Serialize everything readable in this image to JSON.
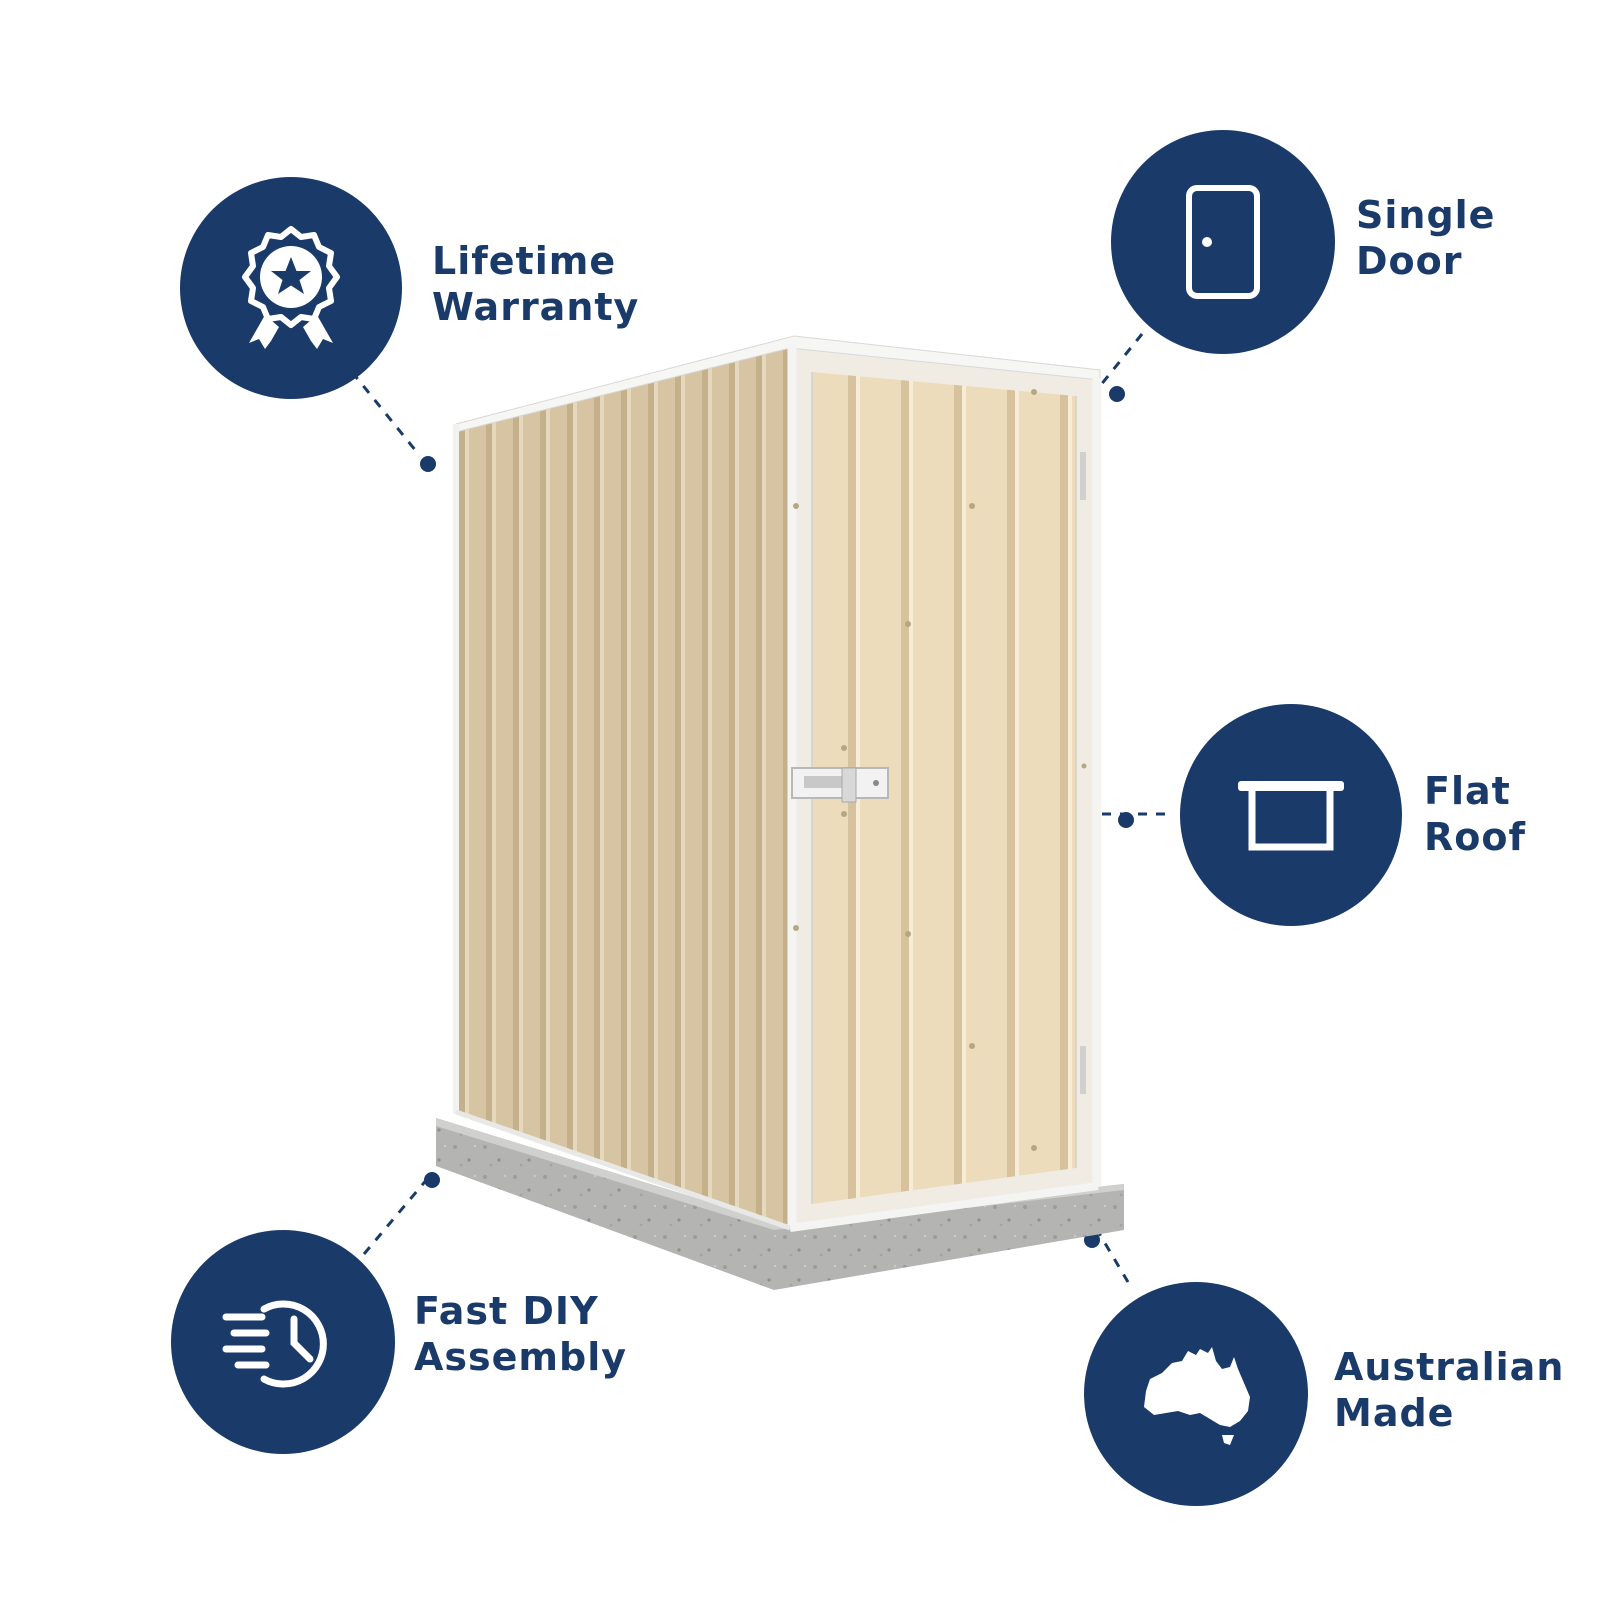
{
  "colors": {
    "navy": "#1a3a69",
    "shed_panel": "#e2cfac",
    "shed_trim": "#f4f4f2",
    "concrete": "#b6b6b4"
  },
  "features": [
    {
      "id": "lifetime-warranty",
      "icon": "award-ribbon-icon",
      "lines": [
        "Lifetime",
        "Warranty"
      ]
    },
    {
      "id": "single-door",
      "icon": "door-icon",
      "lines": [
        "Single",
        "Door"
      ]
    },
    {
      "id": "flat-roof",
      "icon": "flat-roof-icon",
      "lines": [
        "Flat",
        "Roof"
      ]
    },
    {
      "id": "fast-diy-assembly",
      "icon": "fast-clock-icon",
      "lines": [
        "Fast DIY",
        "Assembly"
      ]
    },
    {
      "id": "australian-made",
      "icon": "australia-map-icon",
      "lines": [
        "Australian",
        "Made"
      ]
    }
  ]
}
